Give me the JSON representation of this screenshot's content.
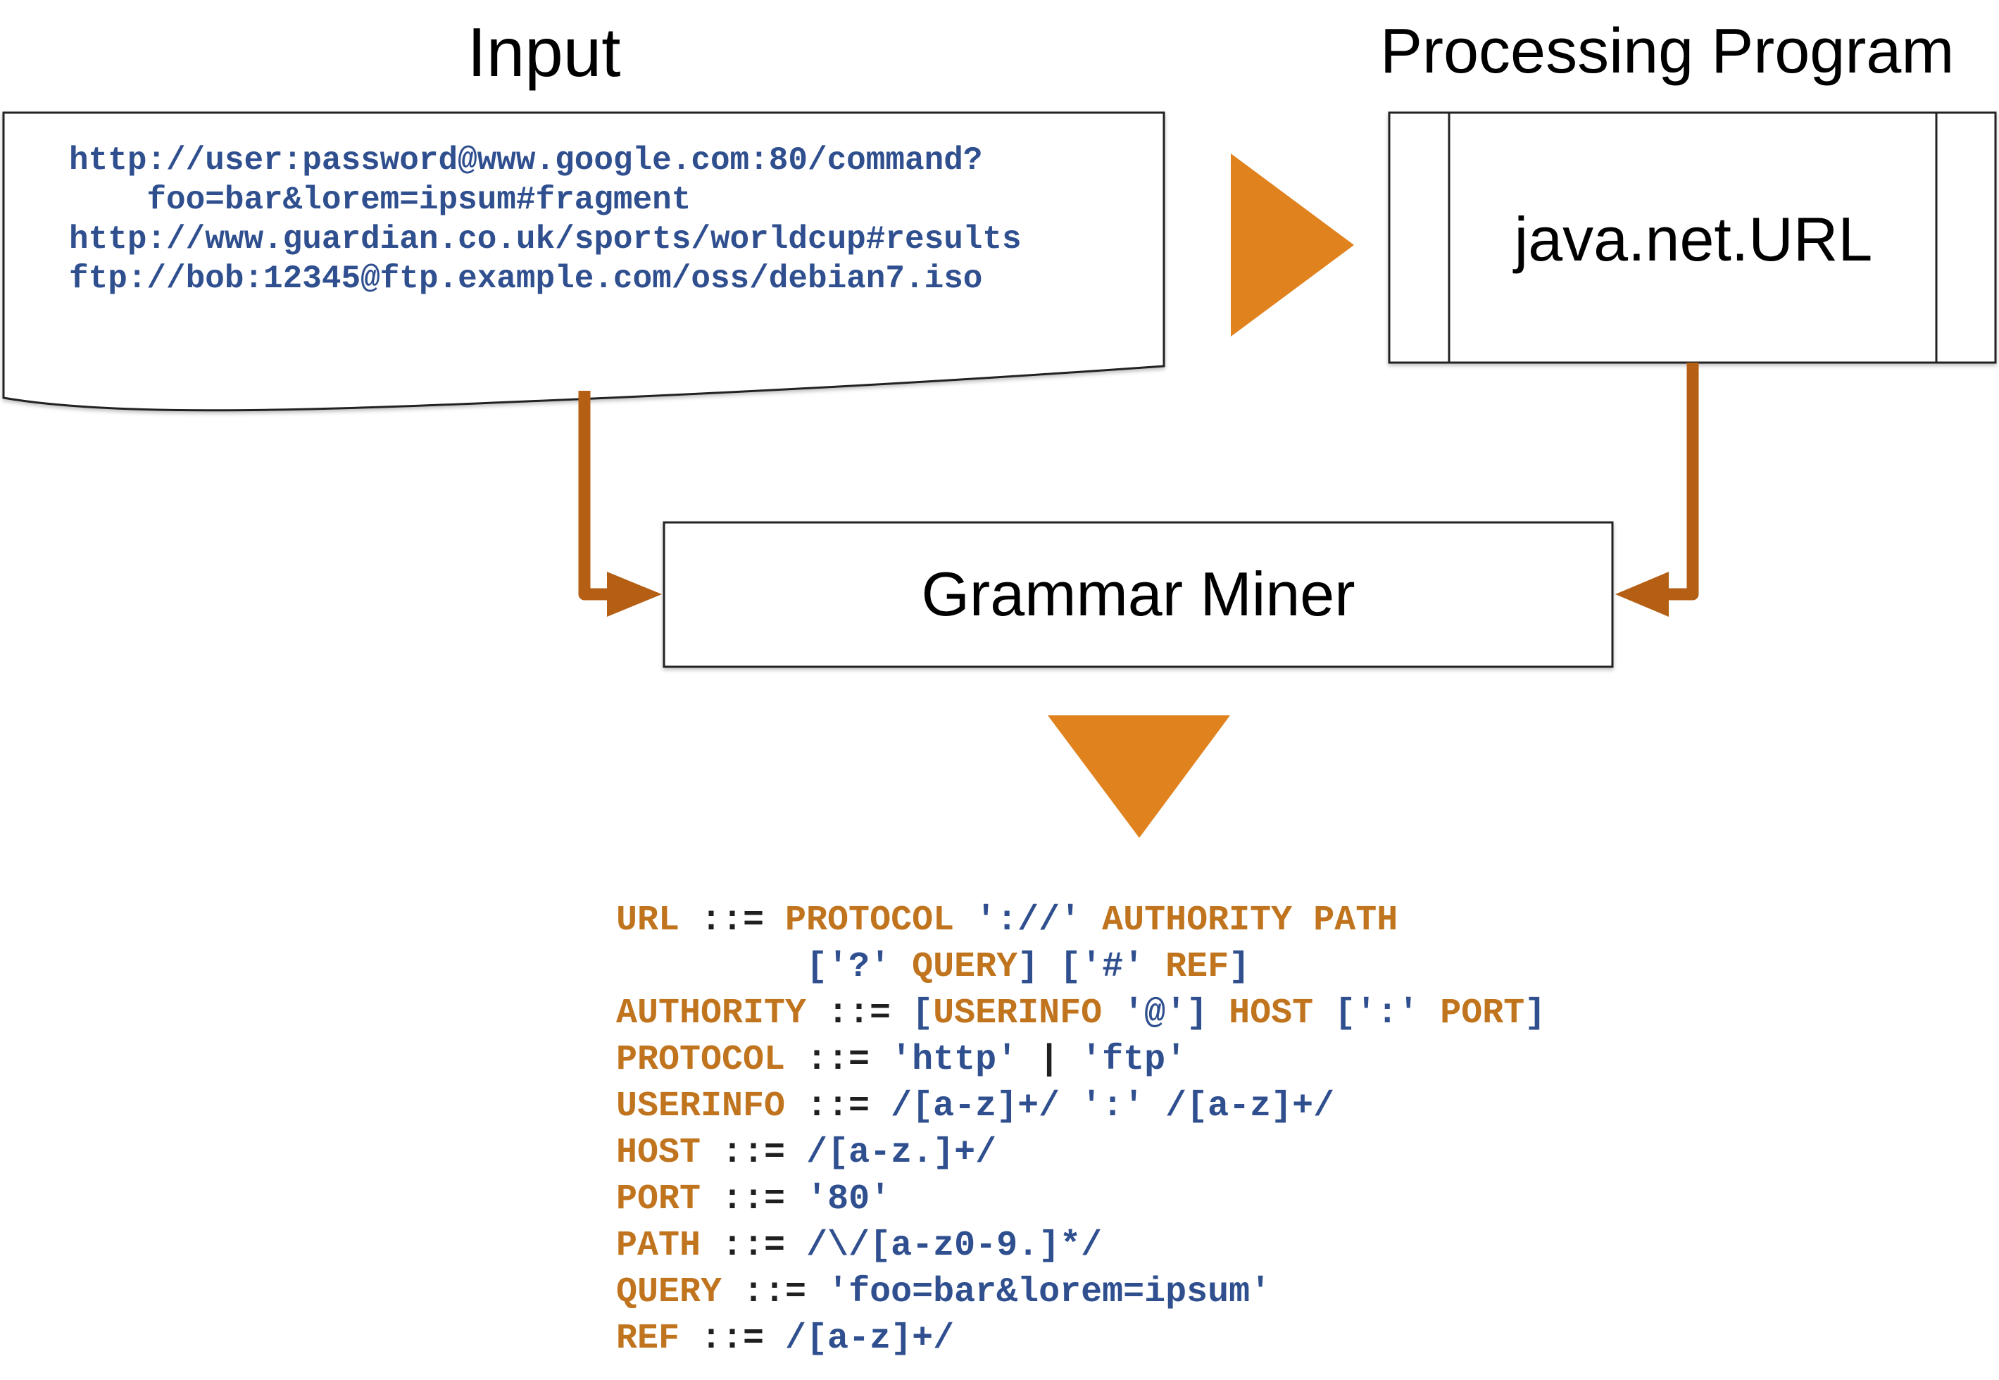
{
  "titles": {
    "input": "Input",
    "processing_program": "Processing Program"
  },
  "boxes": {
    "program": "java.net.URL",
    "miner": "Grammar Miner"
  },
  "input_lines": [
    "http://user:password@www.google.com:80/command?",
    "    foo=bar&lorem=ipsum#fragment",
    "http://www.guardian.co.uk/sports/worldcup#results",
    "ftp://bob:12345@ftp.example.com/oss/debian7.iso"
  ],
  "grammar": [
    [
      {
        "k": "lhs",
        "s": "URL"
      },
      {
        "k": "op",
        "s": " ::= "
      },
      {
        "k": "nt",
        "s": "PROTOCOL"
      },
      {
        "k": "t",
        "s": " '://' "
      },
      {
        "k": "nt",
        "s": "AUTHORITY PATH"
      }
    ],
    [
      {
        "k": "t",
        "s": "         ['?' "
      },
      {
        "k": "nt",
        "s": "QUERY"
      },
      {
        "k": "t",
        "s": "] ['#' "
      },
      {
        "k": "nt",
        "s": "REF"
      },
      {
        "k": "t",
        "s": "]"
      }
    ],
    [
      {
        "k": "lhs",
        "s": "AUTHORITY"
      },
      {
        "k": "op",
        "s": " ::= "
      },
      {
        "k": "t",
        "s": "["
      },
      {
        "k": "nt",
        "s": "USERINFO"
      },
      {
        "k": "t",
        "s": " '@'] "
      },
      {
        "k": "nt",
        "s": "HOST"
      },
      {
        "k": "t",
        "s": " [':' "
      },
      {
        "k": "nt",
        "s": "PORT"
      },
      {
        "k": "t",
        "s": "]"
      }
    ],
    [
      {
        "k": "lhs",
        "s": "PROTOCOL"
      },
      {
        "k": "op",
        "s": " ::= "
      },
      {
        "k": "t",
        "s": "'http'"
      },
      {
        "k": "op",
        "s": " | "
      },
      {
        "k": "t",
        "s": "'ftp'"
      }
    ],
    [
      {
        "k": "lhs",
        "s": "USERINFO"
      },
      {
        "k": "op",
        "s": " ::= "
      },
      {
        "k": "t",
        "s": "/[a-z]+/ ':' /[a-z]+/"
      }
    ],
    [
      {
        "k": "lhs",
        "s": "HOST"
      },
      {
        "k": "op",
        "s": " ::= "
      },
      {
        "k": "t",
        "s": "/[a-z.]+/"
      }
    ],
    [
      {
        "k": "lhs",
        "s": "PORT"
      },
      {
        "k": "op",
        "s": " ::= "
      },
      {
        "k": "t",
        "s": "'80'"
      }
    ],
    [
      {
        "k": "lhs",
        "s": "PATH"
      },
      {
        "k": "op",
        "s": " ::= "
      },
      {
        "k": "t",
        "s": "/\\/[a-z0-9.]*/"
      }
    ],
    [
      {
        "k": "lhs",
        "s": "QUERY"
      },
      {
        "k": "op",
        "s": " ::= "
      },
      {
        "k": "t",
        "s": "'foo=bar&lorem=ipsum'"
      }
    ],
    [
      {
        "k": "lhs",
        "s": "REF"
      },
      {
        "k": "op",
        "s": " ::= "
      },
      {
        "k": "t",
        "s": "/[a-z]+/"
      }
    ]
  ],
  "colors": {
    "accent_orange": "#e0821e",
    "connector_brown": "#b45f14",
    "terminal_blue": "#2f4f8f",
    "nonterminal_orange": "#c0741e"
  }
}
